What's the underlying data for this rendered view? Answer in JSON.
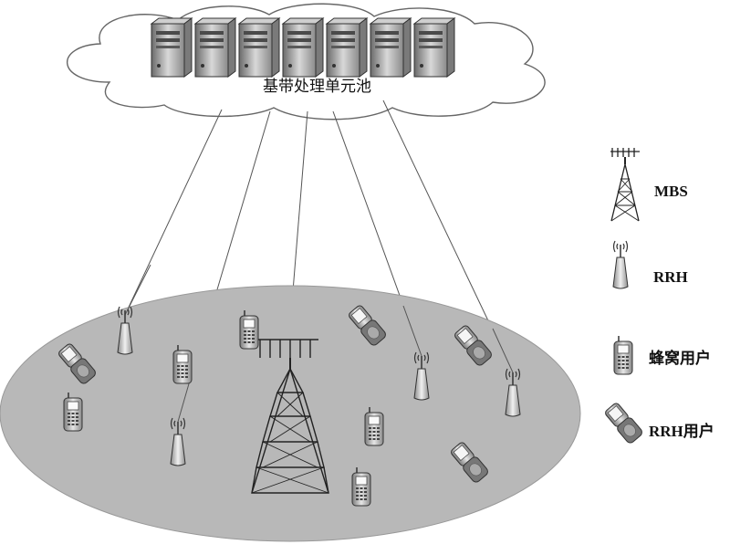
{
  "pool": {
    "label": "基带处理单元池",
    "server_count": 7
  },
  "legend": [
    {
      "id": "mbs",
      "icon": "tower-icon",
      "label": "MBS"
    },
    {
      "id": "rrh",
      "icon": "antenna-icon",
      "label": "RRH"
    },
    {
      "id": "cell",
      "icon": "cell-phone-icon",
      "label": "蜂窝用户"
    },
    {
      "id": "rrhu",
      "icon": "flip-phone-icon",
      "label": "RRH用户"
    }
  ],
  "colors": {
    "ground": "#b8b8b8",
    "cloud": "#ffffff",
    "line": "#555555"
  }
}
